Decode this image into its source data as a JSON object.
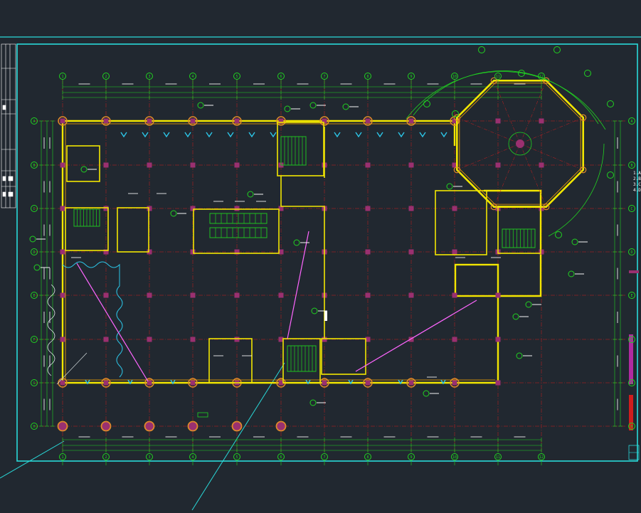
{
  "drawing": {
    "title": "",
    "background": "#212830",
    "colors": {
      "frame": "#29d9d9",
      "wall": "#f2e600",
      "dim": "#21d321",
      "axis": "#d01d1d",
      "column": "#9a3070",
      "window": "#2cc6e8",
      "leader": "#ff66ff",
      "text": "#ffffff",
      "stair": "#20c020"
    },
    "grid_top_labels": [
      "1",
      "2",
      "3",
      "4",
      "5",
      "6",
      "7",
      "8",
      "9",
      "10",
      "11",
      "12"
    ],
    "grid_left_labels": [
      "A",
      "B",
      "C",
      "D",
      "E",
      "F",
      "G",
      "H"
    ],
    "right_note_lines": [
      "1.A",
      "2.B",
      "3.C",
      "4.D"
    ]
  }
}
